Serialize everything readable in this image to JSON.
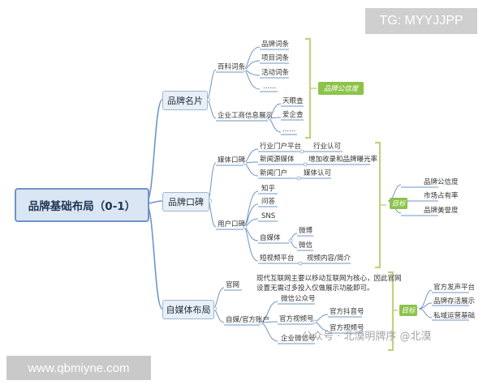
{
  "root": "品牌基础布局（0-1）",
  "branches": [
    {
      "label": "品牌名片"
    },
    {
      "label": "品牌口碑"
    },
    {
      "label": "自媒体布局"
    }
  ],
  "brand_card": {
    "baike": "百科词条",
    "baike_items": [
      "品牌词条",
      "项目词条",
      "活动词条",
      "......"
    ],
    "biz_info": "企业工商信息展示",
    "biz_items": [
      "天眼查",
      "爱企查",
      "......"
    ],
    "tag": "品牌公信度"
  },
  "reputation": {
    "media": "媒体口碑",
    "media_items": [
      {
        "label": "行业门户平台",
        "result": "行业认可"
      },
      {
        "label": "新闻源媒体",
        "result": "增加收录和品牌曝光率"
      },
      {
        "label": "新闻门户",
        "result": "媒体认可"
      }
    ],
    "user": "用户口碑",
    "user_items": [
      "知乎",
      "问答",
      "SNS"
    ],
    "self_media": "自媒体",
    "self_media_items": [
      "微博",
      "微信"
    ],
    "short_video": "短视频平台",
    "short_video_result": "视频内容/简介",
    "goal": "目标",
    "goal_items": [
      "品牌公信度",
      "市场占有率",
      "品牌美誉度"
    ]
  },
  "self_layout": {
    "official_site": "官网",
    "site_desc_line1": "现代互联网主要以移动互联网为核心，因此官网",
    "site_desc_line2": "设置无需过多投入仅做展示功能即可。",
    "accounts": "自媒/官方账户",
    "wechat": "微信公众号",
    "video": "官方视频号",
    "video_items": [
      "官方抖音号",
      "官方视频号"
    ],
    "enterprise_wechat": "企业微信号",
    "goal": "目标",
    "goal_items": [
      "官方发声平台",
      "品牌存活展示",
      "私域运营基础"
    ]
  },
  "watermarks": {
    "top_right": "TG: MYYJJPP",
    "bottom_left": "www.qbmiyne.com",
    "wechat_mark": "公众号 · 北漠明牌序 @北漠"
  }
}
